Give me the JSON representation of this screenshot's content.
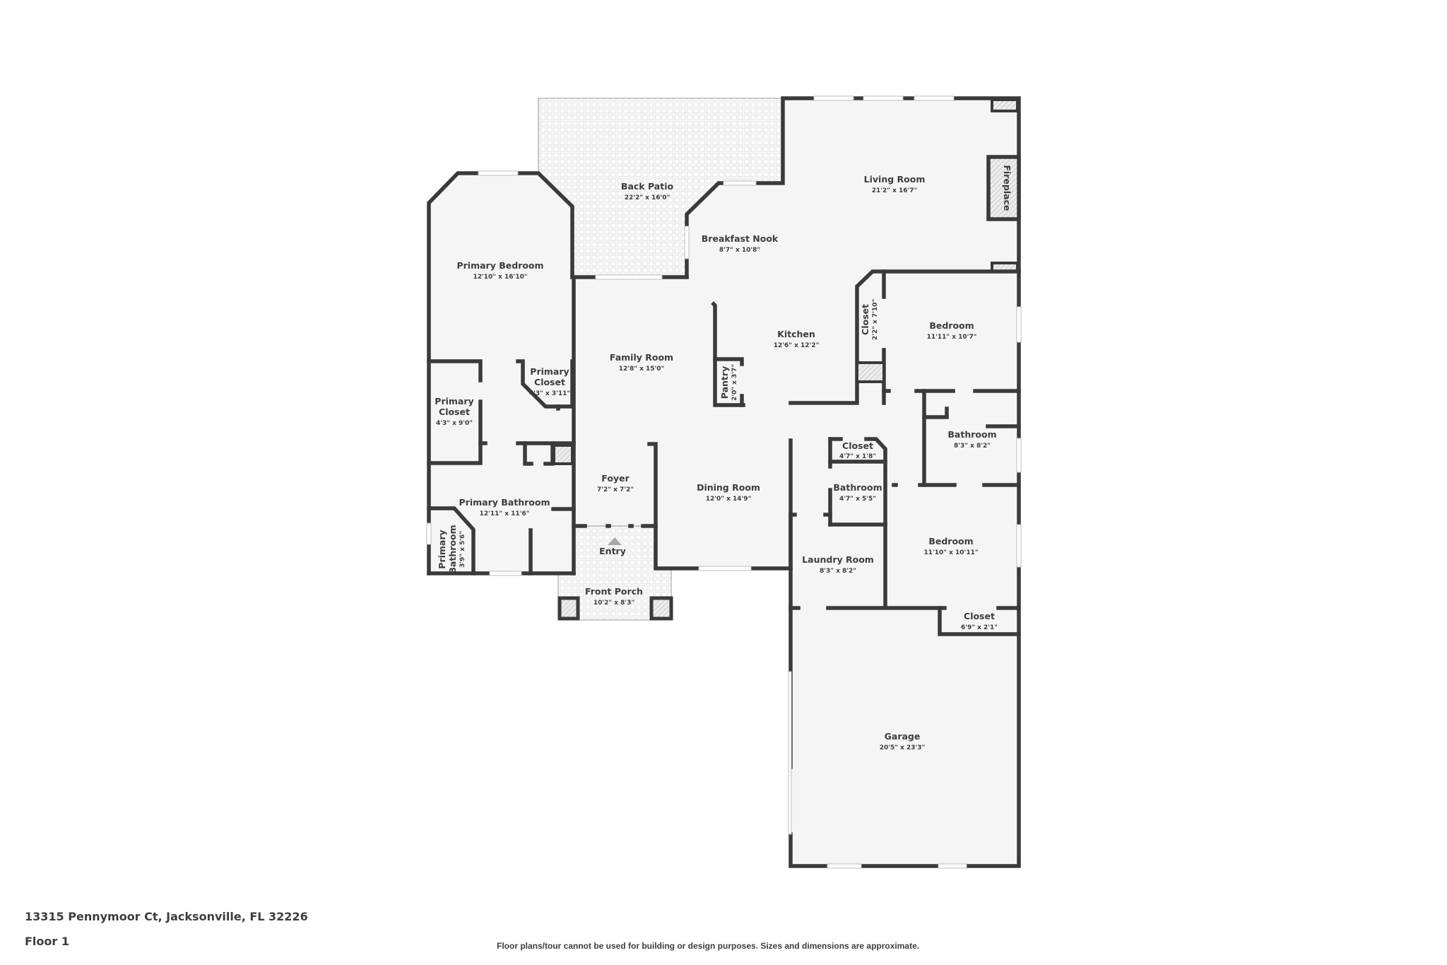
{
  "address": "13315 Pennymoor Ct, Jacksonville, FL 32226",
  "floor_label": "Floor 1",
  "disclaimer": "Floor plans/tour cannot be used for building or design purposes. Sizes and dimensions are approximate.",
  "colors": {
    "wall": "#3a3a3a",
    "floor": "#f5f5f5",
    "text": "#3d3d3d",
    "patio_tile": "#e2e2e2",
    "hatch": "#b5b5b5"
  },
  "rooms": {
    "back_patio": {
      "name": "Back Patio",
      "dims": "22'2\" x 16'0\""
    },
    "living_room": {
      "name": "Living Room",
      "dims": "21'2\" x 16'7\""
    },
    "fireplace": {
      "name": "Fireplace"
    },
    "breakfast_nook": {
      "name": "Breakfast Nook",
      "dims": "8'7\" x 10'8\""
    },
    "primary_bedroom": {
      "name": "Primary Bedroom",
      "dims": "12'10\" x 16'10\""
    },
    "kitchen": {
      "name": "Kitchen",
      "dims": "12'6\" x 12'2\""
    },
    "closet_kitchen": {
      "name": "Closet",
      "dims": "2'2\" x 7'10\""
    },
    "bedroom_1": {
      "name": "Bedroom",
      "dims": "11'11\" x 10'7\""
    },
    "family_room": {
      "name": "Family Room",
      "dims": "12'8\" x 15'0\""
    },
    "pantry": {
      "name": "Pantry",
      "dims": "2'0\" x 3'7\""
    },
    "primary_closet_small": {
      "name_line1": "Primary",
      "name_line2": "Closet",
      "dims": "4'3\" x 3'11\""
    },
    "primary_closet_large": {
      "name_line1": "Primary",
      "name_line2": "Closet",
      "dims": "4'3\" x 9'0\""
    },
    "bathroom_1": {
      "name": "Bathroom",
      "dims": "8'3\" x 8'2\""
    },
    "closet_hall": {
      "name": "Closet",
      "dims": "4'7\" x 1'8\""
    },
    "foyer": {
      "name": "Foyer",
      "dims": "7'2\" x 7'2\""
    },
    "dining_room": {
      "name": "Dining Room",
      "dims": "12'0\" x 14'9\""
    },
    "bathroom_2": {
      "name": "Bathroom",
      "dims": "4'7\" x 5'5\""
    },
    "primary_bathroom": {
      "name": "Primary Bathroom",
      "dims": "12'11\" x 11'6\""
    },
    "primary_bathroom_small": {
      "name_line1": "Primary",
      "name_line2": "Bathroom",
      "dims": "3'9\" x 5'6\""
    },
    "bedroom_2": {
      "name": "Bedroom",
      "dims": "11'10\" x 10'11\""
    },
    "entry": {
      "name": "Entry"
    },
    "laundry_room": {
      "name": "Laundry Room",
      "dims": "8'3\" x 8'2\""
    },
    "front_porch": {
      "name": "Front Porch",
      "dims": "10'2\" x 8'3\""
    },
    "closet_garage": {
      "name": "Closet",
      "dims": "6'9\" x 2'1\""
    },
    "garage": {
      "name": "Garage",
      "dims": "20'5\" x 23'3\""
    }
  }
}
